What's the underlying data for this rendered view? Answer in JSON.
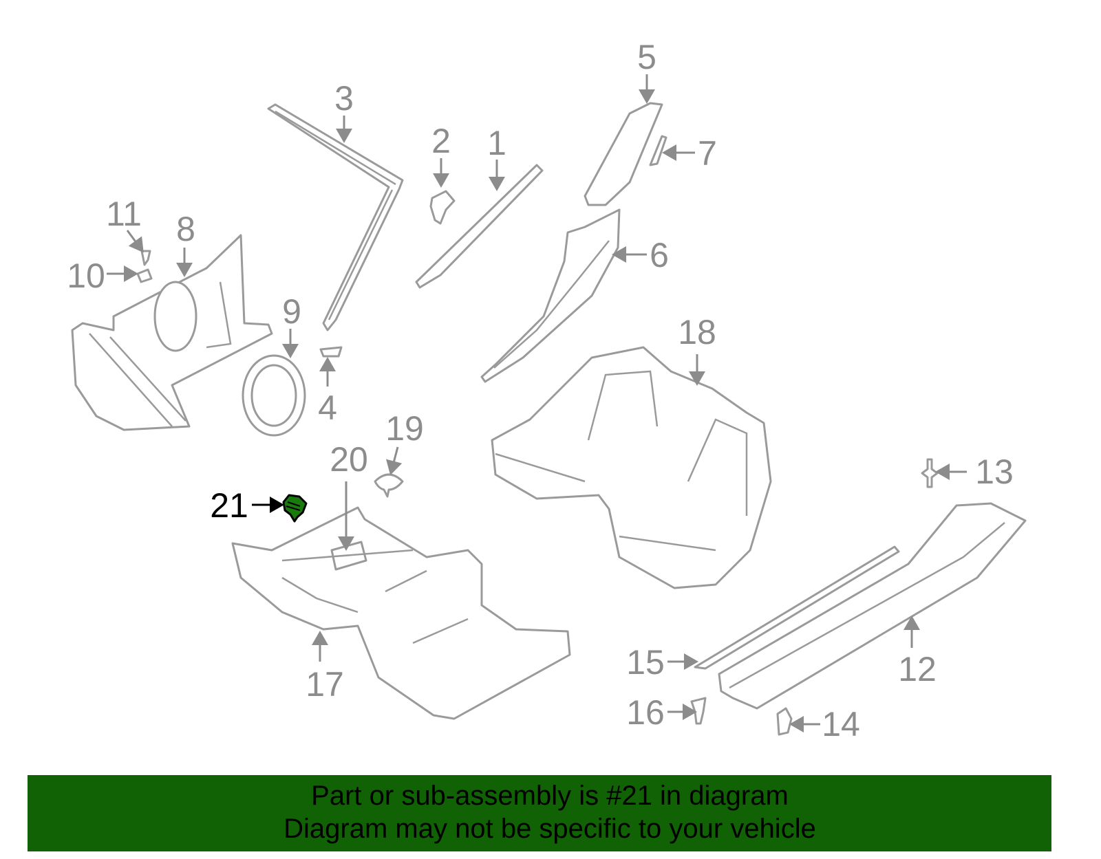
{
  "callouts": [
    "1",
    "2",
    "3",
    "4",
    "5",
    "6",
    "7",
    "8",
    "9",
    "10",
    "11",
    "12",
    "13",
    "14",
    "15",
    "16",
    "17",
    "18",
    "19",
    "20",
    "21"
  ],
  "highlighted_callout": "21",
  "colors": {
    "banner": "#116105",
    "highlight_part": "#1a7a0e",
    "line_art": "#9a9a9a",
    "label": "#8c8c8c"
  },
  "banner": {
    "line1": "Part or sub-assembly is #21 in diagram",
    "line2": "Diagram may not be specific to your vehicle"
  }
}
